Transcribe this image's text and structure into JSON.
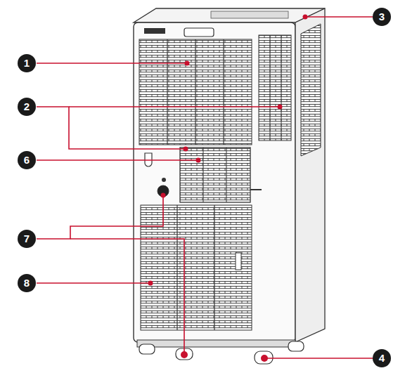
{
  "diagram": {
    "labels": [
      "1",
      "2",
      "3",
      "6",
      "7",
      "8",
      "4"
    ]
  }
}
